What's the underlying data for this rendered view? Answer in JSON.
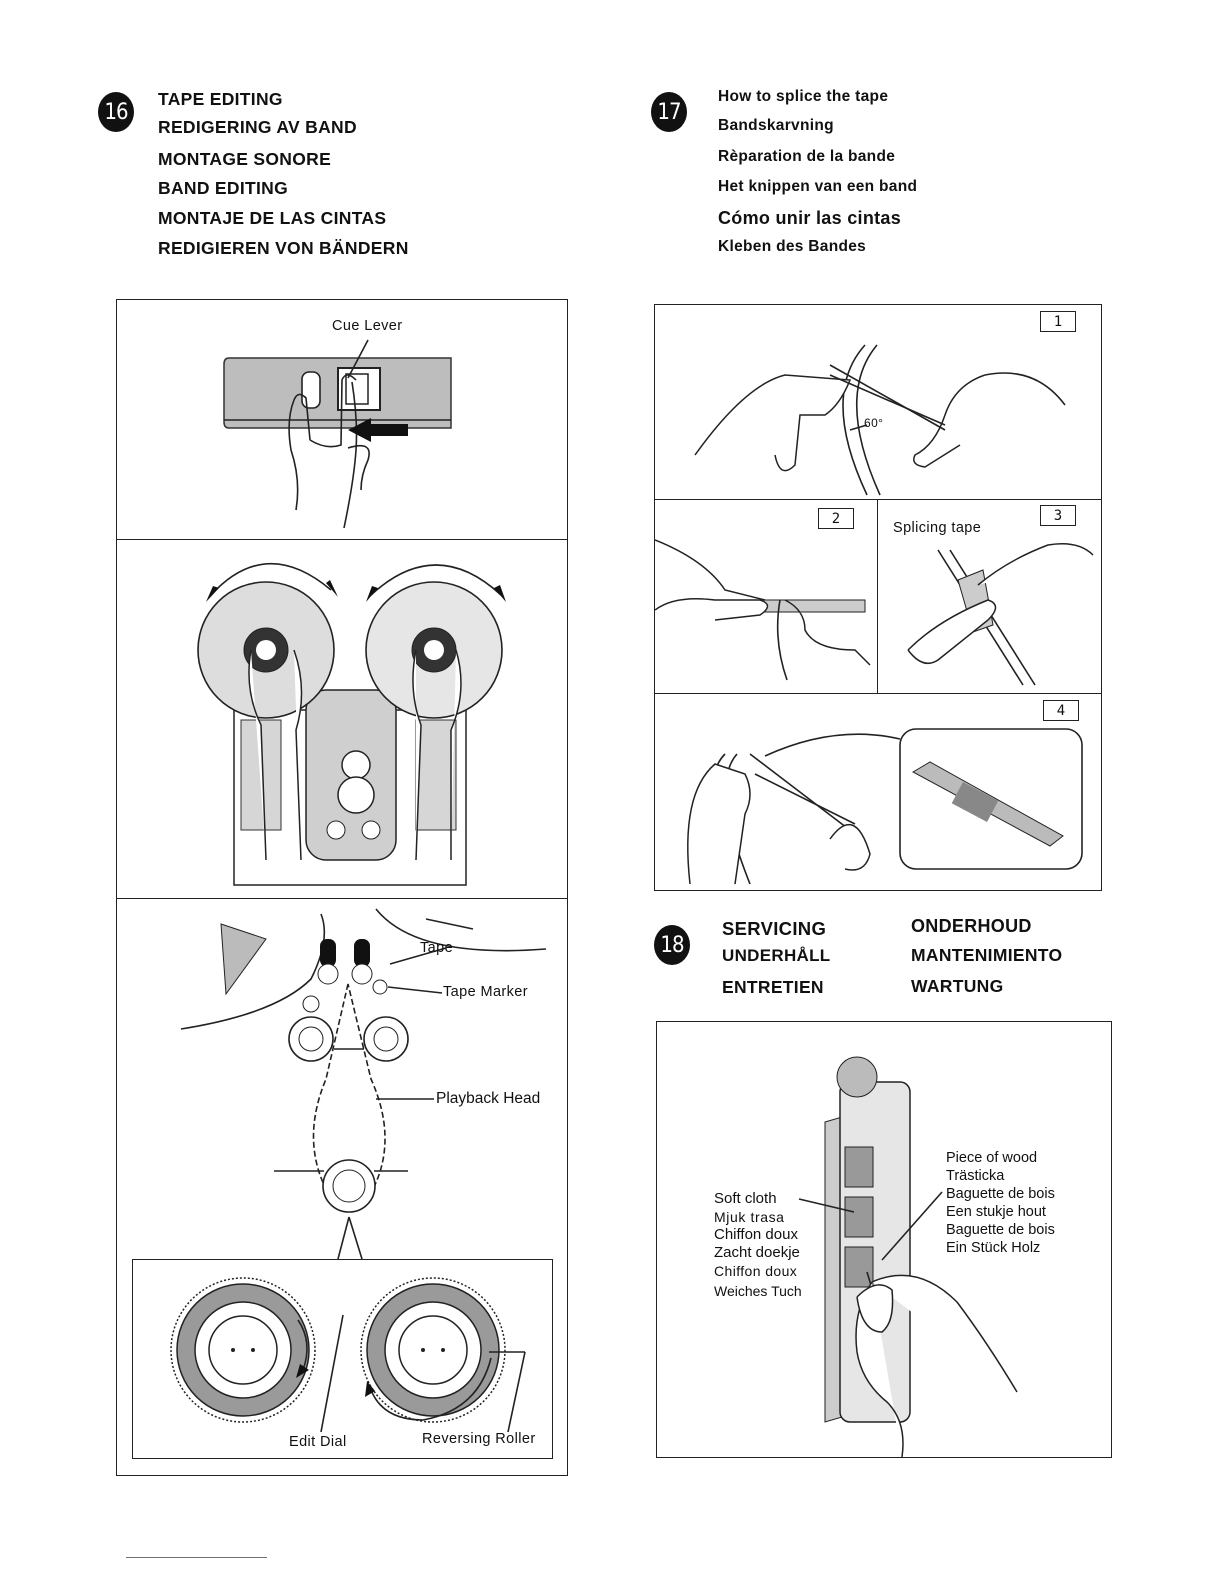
{
  "section16": {
    "badge": "16",
    "headings": [
      "TAPE EDITING",
      "REDIGERING AV BAND",
      "MONTAGE SONORE",
      "BAND EDITING",
      "MONTAJE DE LAS CINTAS",
      "REDIGIEREN VON BÄNDERN"
    ],
    "labels": {
      "cue_lever": "Cue Lever",
      "tape": "Tape",
      "tape_marker": "Tape Marker",
      "playback_head": "Playback Head",
      "edit_dial": "Edit Dial",
      "reversing_roller": "Reversing Roller"
    }
  },
  "section17": {
    "badge": "17",
    "headings": [
      "How to splice the tape",
      "Bandskarvning",
      "Rèparation de la bande",
      "Het knippen van een band",
      "Cómo unir las cintas",
      "Kleben des Bandes"
    ],
    "steps": [
      "1",
      "2",
      "3",
      "4"
    ],
    "labels": {
      "angle": "60°",
      "splicing_tape": "Splicing tape"
    }
  },
  "section18": {
    "badge": "18",
    "headings_left": [
      "SERVICING",
      "UNDERHÅLL",
      "ENTRETIEN"
    ],
    "headings_right": [
      "ONDERHOUD",
      "MANTENIMIENTO",
      "WARTUNG"
    ],
    "soft_cloth": [
      "Soft cloth",
      "Mjuk trasa",
      "Chiffon doux",
      "Zacht doekje",
      "Chiffon doux",
      "Weiches Tuch"
    ],
    "piece_of_wood": [
      "Piece of wood",
      "Trästicka",
      "Baguette de bois",
      "Een stukje hout",
      "Baguette de bois",
      "Ein Stück Holz"
    ]
  }
}
